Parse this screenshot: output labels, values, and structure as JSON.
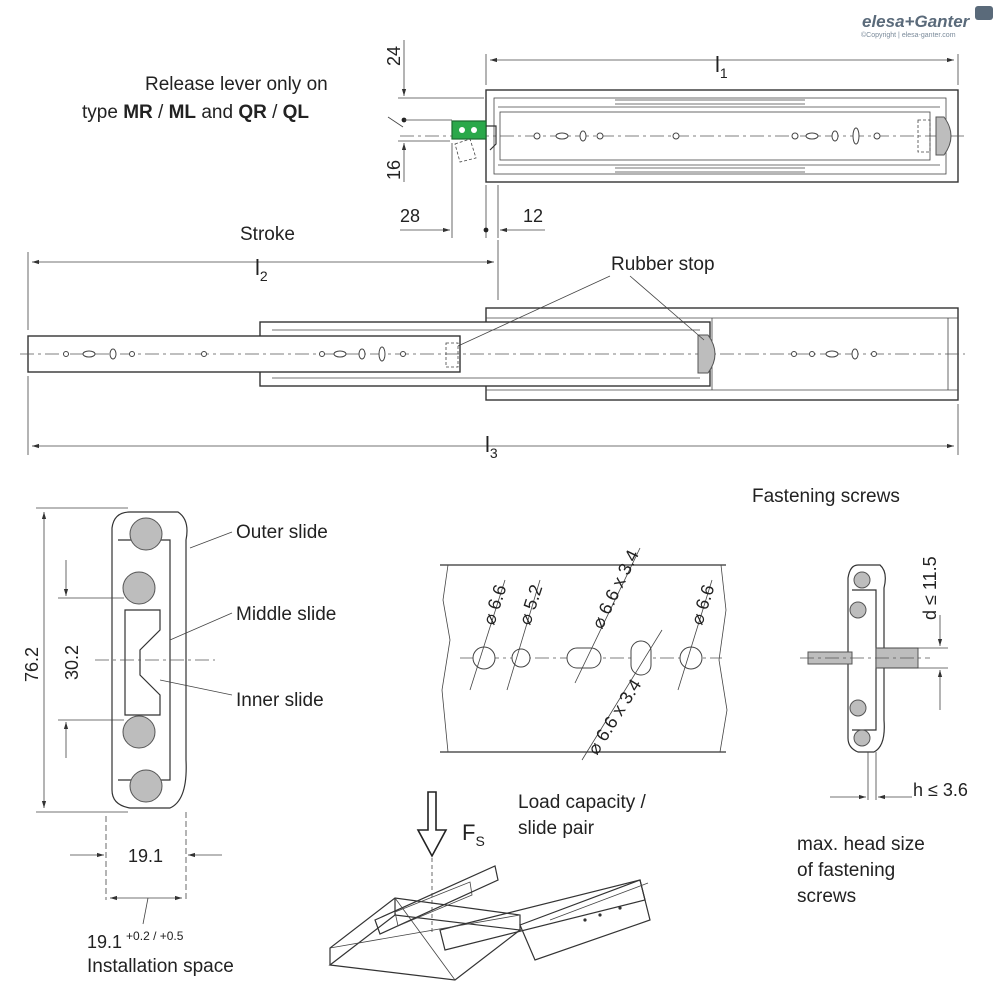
{
  "brand": {
    "logo_text": "elesa+Ganter",
    "copyright": "©Copyright | elesa-ganter.com",
    "logo_color": "#5a6a7a"
  },
  "top_view": {
    "release_lever_line1": "Release lever only on",
    "release_lever_line2_prefix": "type ",
    "release_lever_mr": "MR",
    "release_lever_sep1": " / ",
    "release_lever_ml": "ML",
    "release_lever_and": " and ",
    "release_lever_qr": "QR",
    "release_lever_sep2": " / ",
    "release_lever_ql": "QL",
    "dim_24": "24",
    "dim_16": "16",
    "dim_28": "28",
    "dim_12": "12",
    "dim_l1": "l",
    "dim_l1_sub": "1",
    "lever_color": "#2aa84a"
  },
  "extended_view": {
    "stroke_label": "Stroke",
    "dim_l2": "l",
    "dim_l2_sub": "2",
    "rubber_stop": "Rubber stop",
    "dim_l3": "l",
    "dim_l3_sub": "3"
  },
  "cross_section": {
    "outer_slide": "Outer slide",
    "middle_slide": "Middle slide",
    "inner_slide": "Inner slide",
    "dim_76_2": "76.2",
    "dim_30_2": "30.2",
    "dim_19_1": "19.1",
    "install_value": "19.1",
    "install_tol": "+0.2 / +0.5",
    "install_label": "Installation space"
  },
  "holes": {
    "h1": "⌀ 6.6",
    "h2": "⌀ 5.2",
    "h3": "⌀ 6.6 x 3.4",
    "h4": "⌀ 6.6 x 3.4",
    "h5": "⌀ 6.6"
  },
  "screws": {
    "title": "Fastening screws",
    "d_label": "d ≤ 11.5",
    "h_label": "h ≤ 3.6",
    "caption_line1": "max. head size",
    "caption_line2": "of fastening",
    "caption_line3": "screws"
  },
  "load": {
    "line1": "Load capacity /",
    "line2": "slide pair",
    "force": "F",
    "force_sub": "S"
  }
}
